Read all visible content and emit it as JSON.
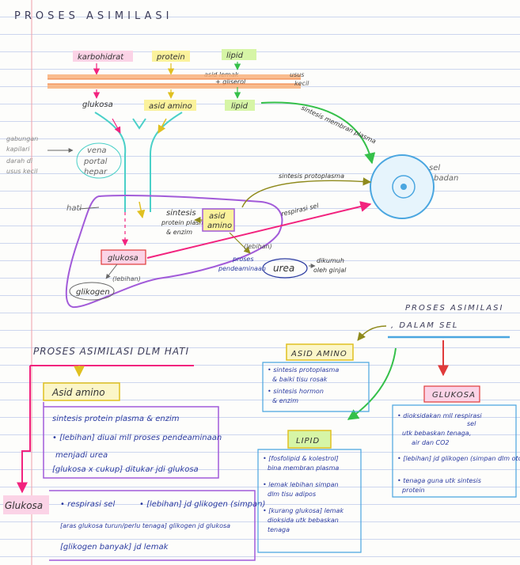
{
  "title": "PROSES ASIMILASI",
  "sources": {
    "carb": "karbohidrat",
    "protein": "protein",
    "lipid": "lipid"
  },
  "intestine": {
    "digest_lipid": "asid lemak + gliserol",
    "label": "usus kecil"
  },
  "products": {
    "glukosa": "glukosa",
    "asid_amino": "asid amino",
    "lipid": "lipid"
  },
  "left_notes": {
    "capillary": "gabungan kapilari darah di usus kecil",
    "vena": "vena portal hepar",
    "hati": "hati"
  },
  "cell": {
    "label": "sel badan",
    "plasma_arrow": "sintesis membran plasma",
    "proto_arrow": "sintesis protoplasma",
    "resp_arrow": "respirasi sel"
  },
  "liver": {
    "sintesis": "sintesis protein plasma & enzim",
    "asid_amino": "asid amino",
    "lebihan1": "(lebihan)",
    "proses": "proses pendeaminaan",
    "urea": "urea",
    "dikumuh": "dikumuh oleh ginjal",
    "glukosa": "glukosa",
    "lebihan2": "(lebihan)",
    "glikogen": "glikogen"
  },
  "hati_section": {
    "title": "PROSES ASIMILASI DLM HATI",
    "asid_amino_box": "Asid amino",
    "points": [
      "sintesis protein plasma & enzim",
      "[lebihan] diuai mll proses pendeaminaan menjadi urea",
      "[glukosa x cukup] ditukar jdi glukosa"
    ],
    "glukosa_box": "Glukosa",
    "glukosa_points": [
      "respirasi sel",
      "[lebihan] jd glikogen (simpan)",
      "[aras glukosa turun/perlu tenaga] glikogen jd glukosa",
      "[glikogen banyak] jd lemak"
    ]
  },
  "sel_section": {
    "title1": "PROSES ASIMILASI",
    "title2": "DALAM SEL",
    "asid_amino_box": "ASID AMINO",
    "asid_points": [
      "sintesis protoplasma & baiki tisu rosak",
      "sintesis hormon & enzim"
    ],
    "lipid_box": "LIPID",
    "lipid_points": [
      "[fosfolipid & kolestrol] bina membran plasma",
      "lemak lebihan simpan dlm tisu adipos",
      "[kurang glukosa] lemak dioksida utk bebaskan tenaga"
    ],
    "glukosa_box": "GLUKOSA",
    "glukosa_points": [
      "dioksidakan mll respirasi sel utk bebaskan tenaga, air dan CO2",
      "[lebihan] jd glikogen (simpan dlm otot)",
      "tenaga guna utk sintesis protein"
    ]
  },
  "colors": {
    "pink": "#f2237e",
    "purple": "#a25bd9",
    "green": "#35c04a",
    "olive": "#8f8a1c",
    "blue": "#4aa6e0",
    "orange": "#f07a3a",
    "yellow": "#f5ea6a",
    "red": "#e03a3a",
    "navy": "#2a3aa0"
  }
}
